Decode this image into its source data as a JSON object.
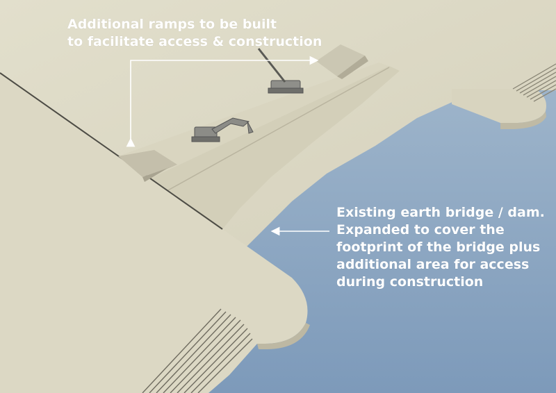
{
  "annotations": {
    "ramps": {
      "lines": [
        "Additional ramps to be built",
        "to facilitate access & construction"
      ]
    },
    "bridge": {
      "lines": [
        "Existing earth bridge / dam.",
        "Expanded to cover the",
        "footprint of the bridge plus",
        "additional area for access",
        "during construction"
      ]
    }
  },
  "colors": {
    "water_top": "#9fb6cb",
    "water_bottom": "#7f9cbb",
    "land": "#ddd9c6",
    "land_shade": "#cfcab4",
    "embankment": "#d4d0bb",
    "ramp": "#c2bdaa",
    "label_text": "#ffffff"
  }
}
